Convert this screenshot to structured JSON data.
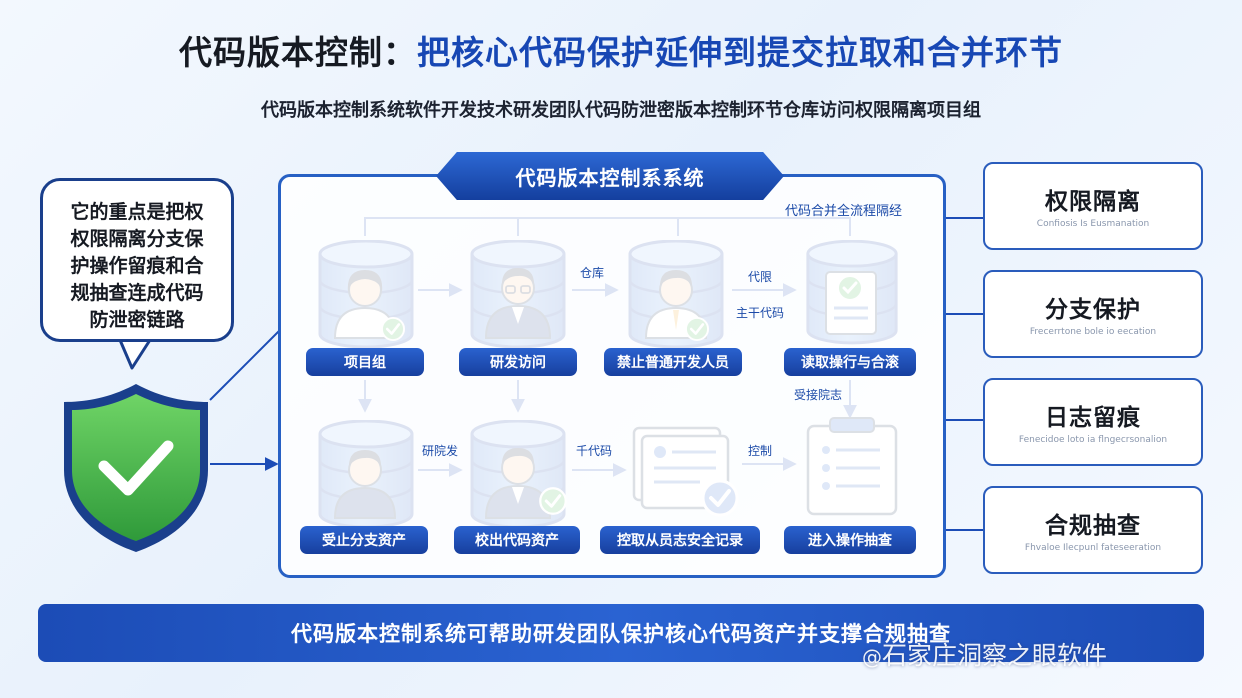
{
  "title": {
    "part1": "代码版本控制：",
    "part2": "把核心代码保护延伸到提交拉取和合并环节"
  },
  "subtitle": "代码版本控制系统软件开发技术研发团队代码防泄密版本控制环节仓库访问权限隔离项目组",
  "callout": {
    "lines": [
      "它的重点是把权",
      "权限隔离分支保",
      "护操作留痕和合",
      "规抽查连成代码",
      "防泄密链路"
    ]
  },
  "system": {
    "header": "代码版本控制系系统",
    "flow_note": "代码合并全流程隔经"
  },
  "nodes_row1": [
    "项目组",
    "研发访问",
    "禁止普通开发人员",
    "读取操行与合滚"
  ],
  "nodes_row2": [
    "受止分支资产",
    "校出代码资产",
    "控取从员志安全记录",
    "进入操作抽查"
  ],
  "edge_labels": {
    "r1_2_3": "仓库",
    "r1_3_4_top": "代限",
    "r1_3_4_bottom": "主干代码",
    "r1_4_down": "受接院志",
    "r2_1_2": "研院发",
    "r2_2_3": "千代码",
    "r2_3_4": "控制"
  },
  "side_cards": [
    {
      "title": "权限隔离",
      "subtitle": "Confiosis Is Eusmanation"
    },
    {
      "title": "分支保护",
      "subtitle": "Frecerrtone bole io eecation"
    },
    {
      "title": "日志留痕",
      "subtitle": "Fenecidoe loto ia flngecrsonalion"
    },
    {
      "title": "合规抽查",
      "subtitle": "Fhvaloe Ilecpunl fateseeration"
    }
  ],
  "bottom_banner": "代码版本控制系统可帮助研发团队保护核心代码资产并支撑合规抽查",
  "watermark": {
    "at": "@",
    "text": "石家庄洞察之眼软件"
  },
  "colors": {
    "primary_blue": "#1c4cb6",
    "dark_navy": "#1a3f8c",
    "shield_green": "#4fbf4a",
    "check_green": "#3db24d",
    "db_blue": "#4a8be0"
  },
  "icons": {
    "shield": "shield-check-icon",
    "database": "database-icon",
    "person": "person-avatar-icon",
    "check": "check-circle-icon",
    "document": "document-icon",
    "clipboard": "clipboard-icon"
  }
}
